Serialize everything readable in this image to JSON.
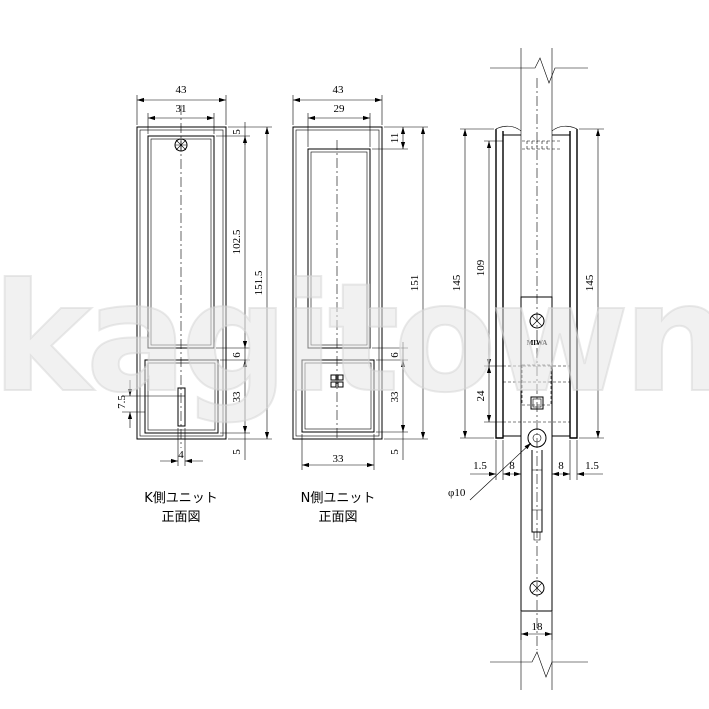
{
  "watermark": "kagitown",
  "k_unit": {
    "caption_line1": "K側ユニット",
    "caption_line2": "正面図",
    "dim_width": "43",
    "dim_inner_width": "31",
    "dim_top_margin": "5",
    "dim_pull_height": "102.5",
    "dim_total_height": "151.5",
    "dim_gap": "6",
    "dim_lower_height": "33",
    "dim_bottom_margin": "5",
    "dim_key_offset": "7.5",
    "dim_key_width": "4"
  },
  "n_unit": {
    "caption_line1": "N側ユニット",
    "caption_line2": "正面図",
    "dim_width": "43",
    "dim_inner_width": "29",
    "dim_top_margin": "11",
    "dim_total_height": "151",
    "dim_gap": "6",
    "dim_lower_height": "33",
    "dim_bottom_margin": "5",
    "dim_lower_width": "33"
  },
  "side_view": {
    "dim_height_left": "145",
    "dim_height_right": "145",
    "dim_inner_height": "109",
    "dim_lock_height": "24",
    "dim_offset_left": "1.5",
    "dim_width_left": "8",
    "dim_width_right": "8",
    "dim_offset_right": "1.5",
    "dim_bolt_diameter": "φ10",
    "dim_plate_width": "18",
    "plate_brand": "MIWA"
  }
}
